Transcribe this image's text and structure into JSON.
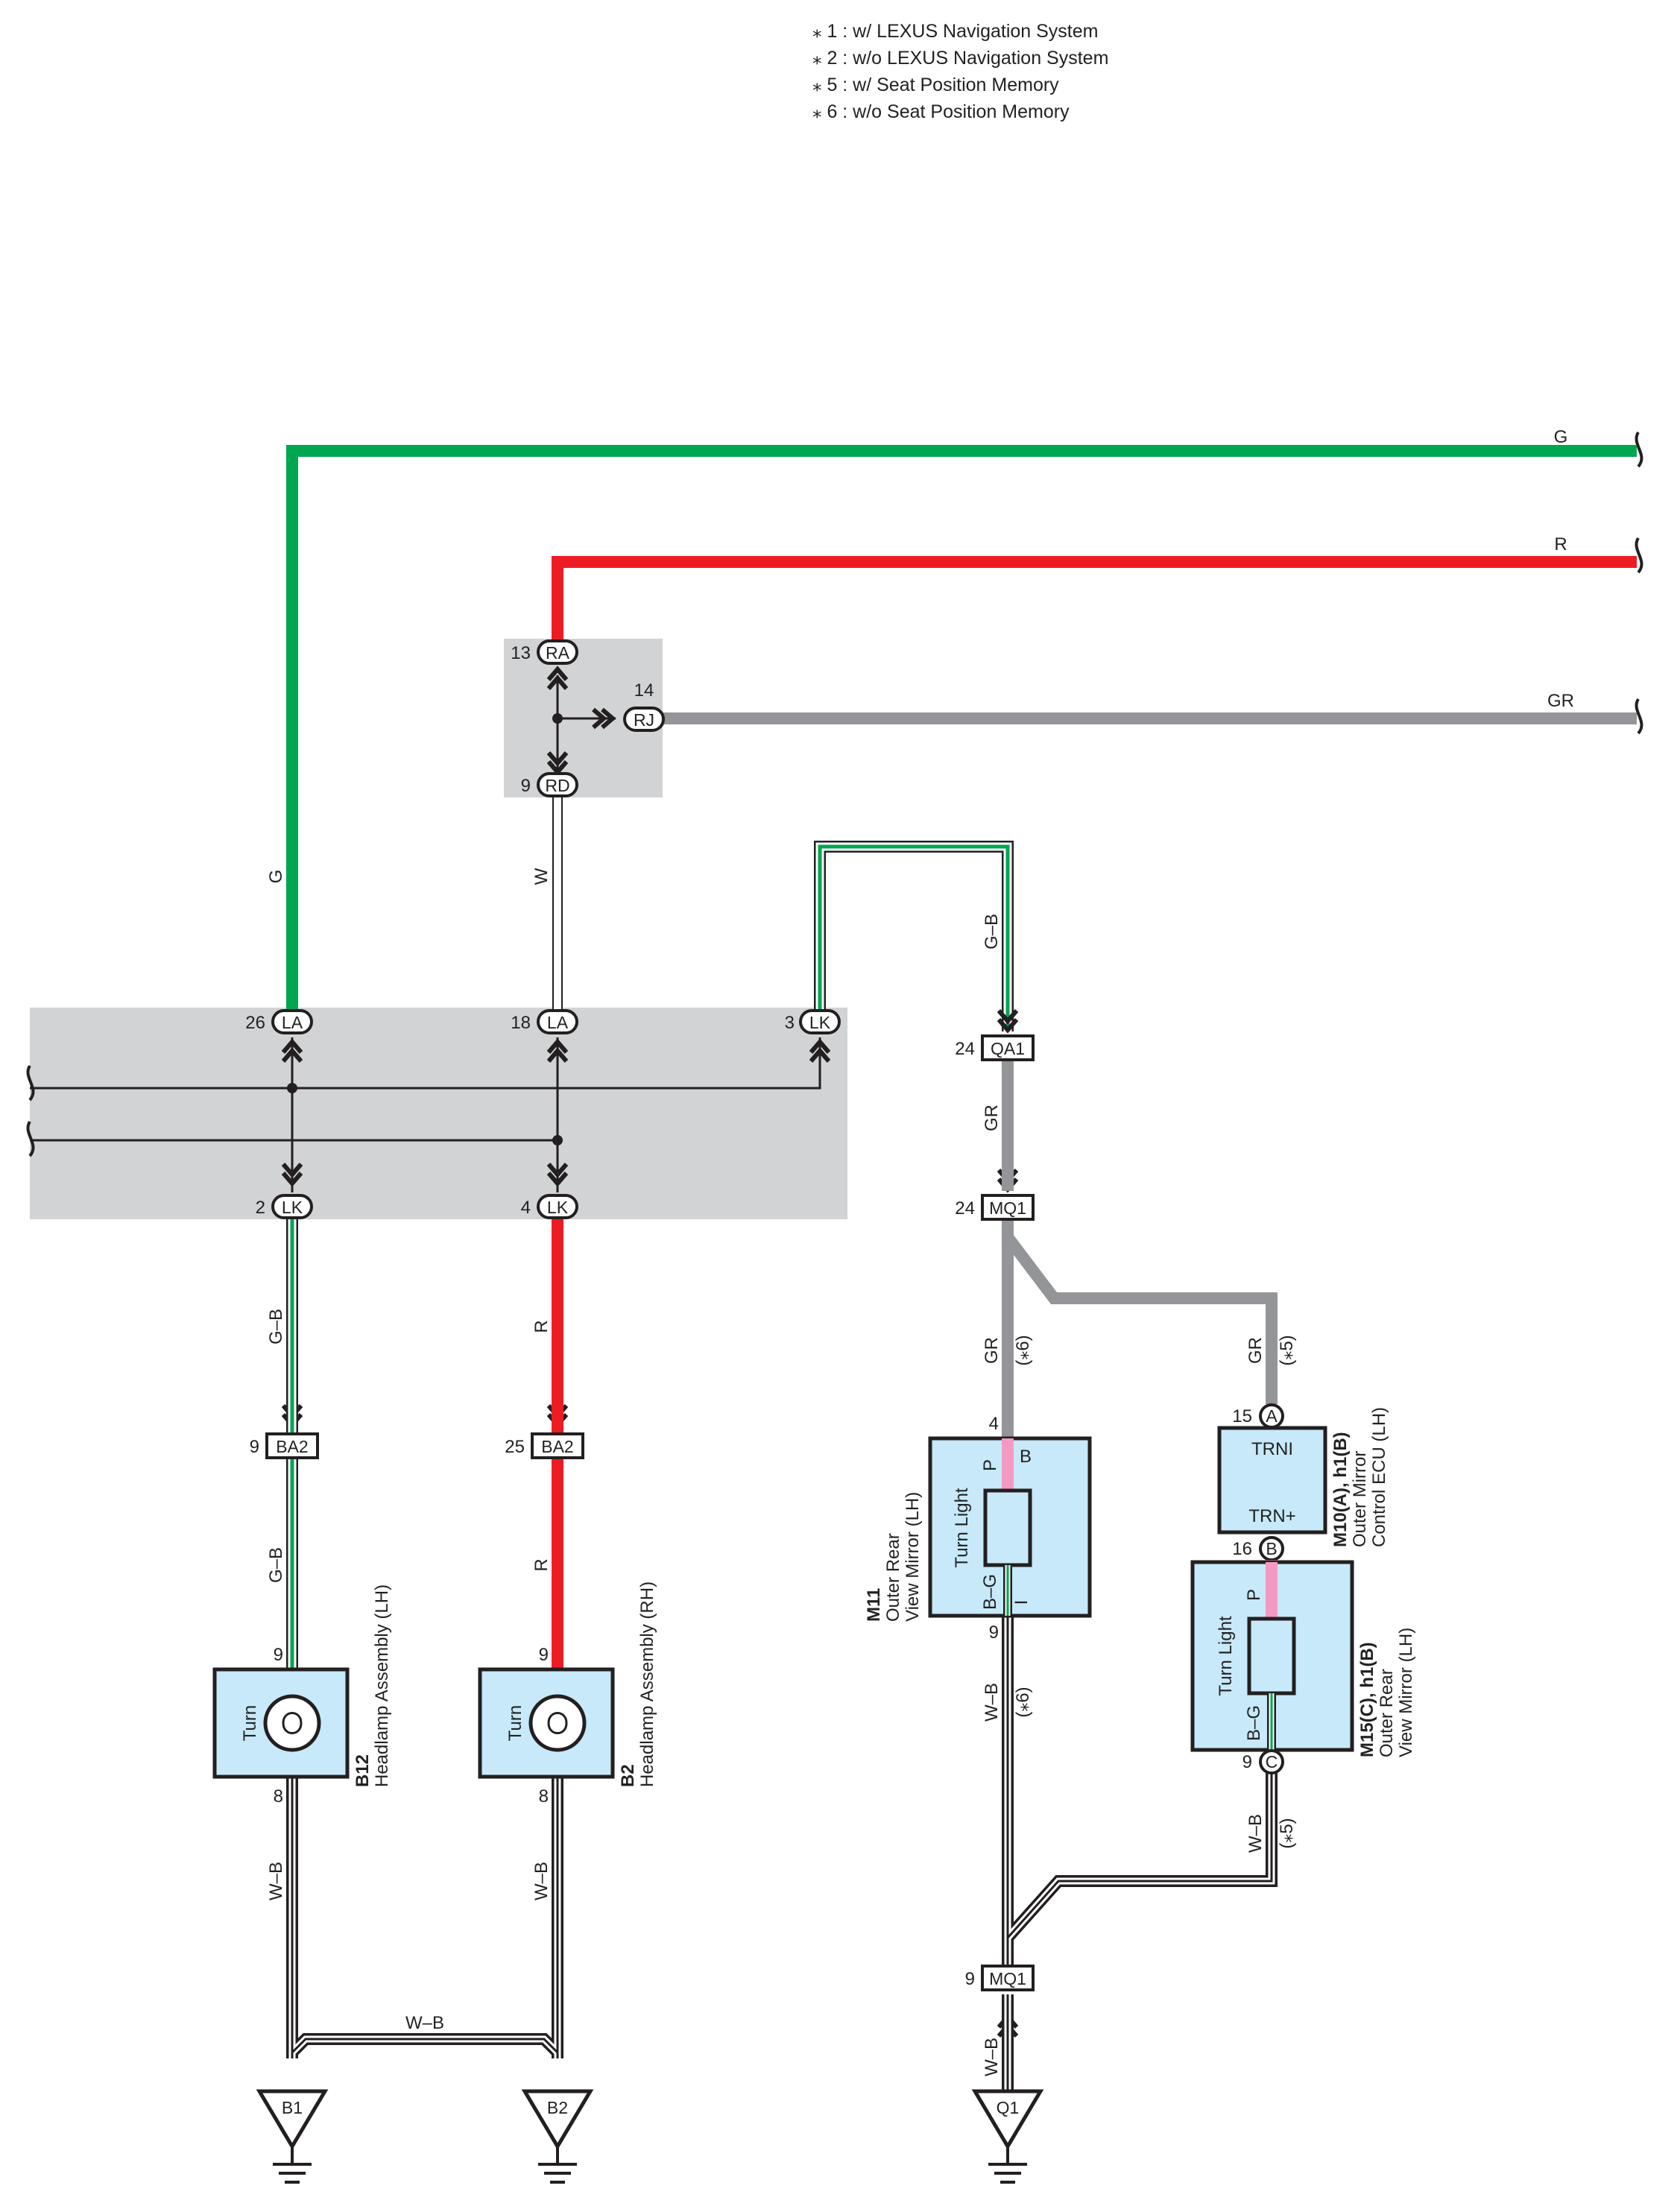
{
  "legend": [
    "⁎ 1 : w/ LEXUS Navigation System",
    "⁎ 2 : w/o LEXUS Navigation System",
    "⁎ 5 : w/ Seat Position Memory",
    "⁎ 6 : w/o Seat Position Memory"
  ],
  "colors": {
    "G": "#00a651",
    "R": "#ed1c24",
    "GR": "#939598",
    "W": "#ffffff",
    "B": "#231f20",
    "P": "#f49ac1",
    "junction_block_fill": "#d1d3d4",
    "component_fill": "#c7e9f9"
  },
  "wires": {
    "G": "G",
    "R": "R",
    "GR": "GR",
    "W": "W",
    "GB": "G–B",
    "WB": "W–B",
    "P": "P",
    "B": "B",
    "BG": "B–G",
    "I": "I"
  },
  "notes": {
    "n5": "(⁎5)",
    "n6": "(⁎6)"
  },
  "junction_top": {
    "pins": [
      "13",
      "14",
      "9"
    ],
    "terminals": [
      "RA",
      "RJ",
      "RD"
    ]
  },
  "junction_main": {
    "pins": [
      "26",
      "18",
      "3",
      "2",
      "4"
    ],
    "terminals": [
      "LA",
      "LA",
      "LK",
      "LK",
      "LK"
    ]
  },
  "connectors": {
    "ba2_left": {
      "pin": "9",
      "name": "BA2"
    },
    "ba2_right": {
      "pin": "25",
      "name": "BA2"
    },
    "qa1": {
      "pin": "24",
      "name": "QA1"
    },
    "mq1_top": {
      "pin": "24",
      "name": "MQ1"
    },
    "mq1_bottom": {
      "pin": "9",
      "name": "MQ1"
    }
  },
  "components": {
    "b12": {
      "id": "B12",
      "name": "Headlamp Assembly (LH)",
      "label": "Turn",
      "pin_in": "9",
      "pin_out": "8"
    },
    "b2": {
      "id": "B2",
      "name": "Headlamp Assembly (RH)",
      "label": "Turn",
      "pin_in": "9",
      "pin_out": "8"
    },
    "m11": {
      "id": "M11",
      "name1": "Outer Rear",
      "name2": "View Mirror (LH)",
      "label": "Turn Light",
      "pin_in": "4",
      "pin_out": "9"
    },
    "m10": {
      "id": "M10(A), h1(B)",
      "name1": "Outer Mirror",
      "name2": "Control ECU (LH)",
      "t1": "TRNI",
      "t2": "TRN+",
      "pin_a": "15",
      "term_a": "A",
      "pin_b": "16",
      "term_b": "B"
    },
    "m15": {
      "id": "M15(C), h1(B)",
      "name1": "Outer Rear",
      "name2": "View Mirror (LH)",
      "label": "Turn Light",
      "pin_c": "9",
      "term_c": "C"
    }
  },
  "grounds": [
    "B1",
    "B2",
    "Q1"
  ]
}
